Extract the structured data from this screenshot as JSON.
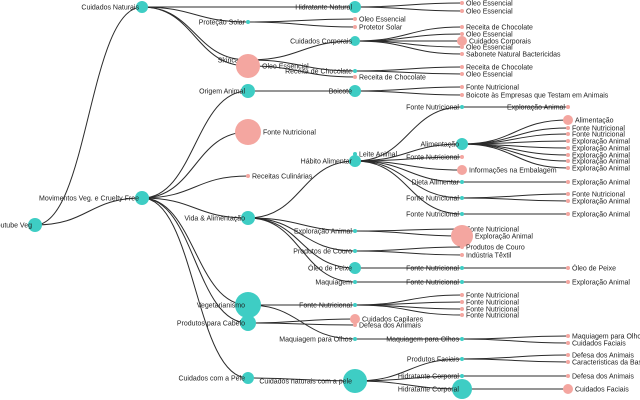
{
  "colors": {
    "teal": "#3ecdc4",
    "salmon": "#f4a6a0",
    "link": "#2b2b2b",
    "text": "#222222"
  },
  "nodes": {
    "root": "Youtube Veg",
    "cuidados_naturais": "Cuidados Naturais",
    "movimentos": "Movimentos Veg. e Cruelty Free",
    "protecao_solar": "Proteção Solar",
    "skincare": "Skincare",
    "oleo_essencial_big": "Oleo Essencial",
    "hidratante_natural": "Hidratante Natural",
    "hn_oleo1": "Oleo Essencial",
    "hn_oleo2": "Oleo Essencial",
    "ps_oleo": "Oleo Essencial",
    "ps_protetor": "Protetor Solar",
    "cuidados_corporais": "Cuidados Corporais",
    "cc_receita": "Receita de Chocolate",
    "cc_oleo1": "Oleo Essencial",
    "cc_cuidados": "Cuidados Corporais",
    "cc_oleo2": "Oleo Essencial",
    "cc_sabonete": "Sabonete Natural Bactericidas",
    "receita_chocolate_mid": "Receita de Chocolate",
    "rc_receita": "Receita de Chocolate",
    "rc_oleo": "Oleo Essencial",
    "receita_chocolate_low": "Receita de Chocolate",
    "origem_animal": "Origem Animal",
    "boicote": "Boicote",
    "bo_fonte": "Fonte Nutricional",
    "bo_boicote": "Boicote às Empresas que Testam em Animais",
    "fonte_nutricional_big": "Fonte Nutricional",
    "receitas_culinarias": "Receitas Culinárias",
    "vida_alimentacao": "Vida & Alimentação",
    "habito_alimentar": "Hábito Alimentar",
    "leite_animal": "Leite Animal",
    "la_fonte": "Fonte Nutricional",
    "la_exploracao": "Exploração Animal",
    "alimentacao": "Alimentação",
    "al_alimentacao": "Alimentação",
    "al_fonte1": "Fonte Nutricional",
    "al_fonte2": "Fonte Nutricional",
    "al_expl1": "Exploração Animal",
    "al_expl2": "Exploração Animal",
    "al_expl3": "Exploração Animal",
    "al_expl4": "Exploração Animal",
    "al_expl5": "Exploração Animal",
    "fonte_nutricional_ha": "Fonte Nutricional",
    "informacoes": "Informações na Embalagem",
    "dieta_alimentar": "Dieta Alimentar",
    "da_exploracao": "Exploração Animal",
    "fn_a": "Fonte Nutricional",
    "fn_a1": "Fonte Nutricional",
    "fn_a2": "Exploração Animal",
    "fn_b": "Fonte Nutricional",
    "fn_b1": "Exploração Animal",
    "exploracao_animal": "Exploração Animal",
    "ea_fonte": "Fonte Nutricional",
    "ea_expl": "Exploração Animal",
    "produtos_couro": "Produtos de Couro",
    "pc_produtos": "Produtos de Couro",
    "pc_industria": "Indústria Têxtil",
    "oleo_peixe": "Óleo de Peixe",
    "op_fonte": "Fonte Nutricional",
    "op_oleo": "Óleo de Peixe",
    "maquiagem": "Maquiagem",
    "mq_fonte": "Fonte Nutricional",
    "mq_expl": "Exploração Animal",
    "vegetarianismo": "Vegetarianismo",
    "veg_fonte": "Fonte Nutricional",
    "vf1": "Fonte Nutricional",
    "vf2": "Fonte Nutricional",
    "vf3": "Fonte Nutricional",
    "vf4": "Fonte Nutricional",
    "produtos_cabelo": "Produtos para Cabelo",
    "pca_cuidados": "Cuidados Capilares",
    "pca_defesa": "Defesa dos Animais",
    "maquiagem_olhos": "Maquiagem para Olhos",
    "mo_maquiagem": "Maquiagem para Olhos",
    "mo_mq2": "Maquiagem para Olho",
    "mo_cuidados": "Cuidados Faciais",
    "cuidados_pele": "Cuidados com a Pele",
    "cuidados_naturais_pele": "Cuidados naturais com a pele",
    "produtos_faciais": "Produtos Faciais",
    "pf_defesa": "Defesa dos Animais",
    "pf_caract": "Caracteristicas da Bas",
    "hidratante_corporal1": "Hidratante Corporal",
    "hc1_defesa": "Defesa dos Animais",
    "hidratante_corporal2": "Hidratante Corporal",
    "hc2_cuidados": "Cuidados Faciais"
  }
}
